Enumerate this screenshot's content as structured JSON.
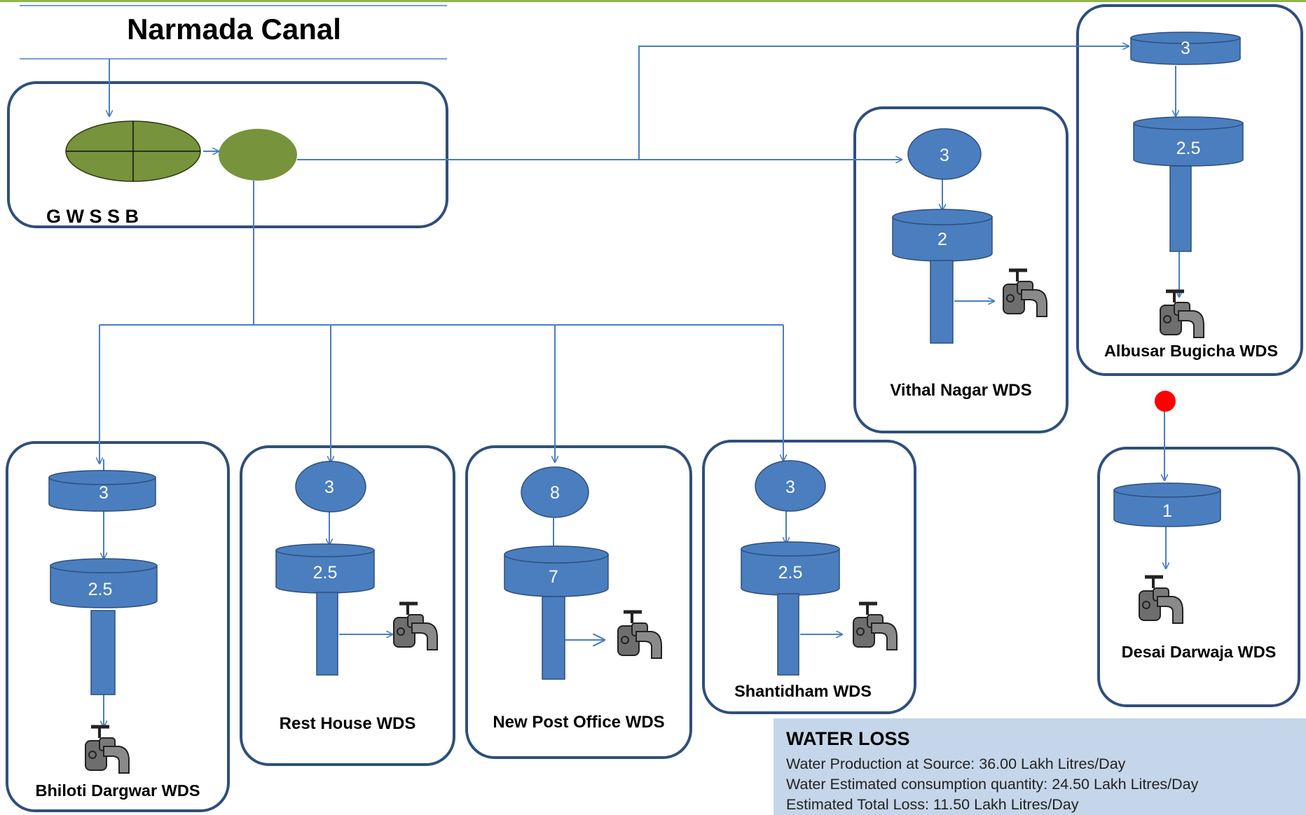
{
  "title": "Narmada Canal",
  "source_label": "G W S S B",
  "stations": {
    "bhiloti": {
      "name": "Bhiloti  Dargwar WDS",
      "upper": "3",
      "lower": "2.5"
    },
    "rest_house": {
      "name": "Rest House WDS",
      "source": "3",
      "tank": "2.5"
    },
    "post_office": {
      "name": "New Post Office WDS",
      "source": "8",
      "tank": "7"
    },
    "shantidham": {
      "name": "Shantidham WDS",
      "source": "3",
      "tank": "2.5"
    },
    "vithal": {
      "name": "Vithal Nagar WDS",
      "source": "3",
      "tank": "2"
    },
    "albusar": {
      "name": "Albusar Bugicha WDS",
      "upper": "3",
      "lower": "2.5"
    },
    "desai": {
      "name": "Desai Darwaja WDS",
      "tank": "1"
    }
  },
  "water_loss": {
    "heading": "WATER LOSS",
    "production": "Water Production at Source: 36.00 Lakh Litres/Day",
    "consumption": "Water Estimated consumption quantity: 24.50 Lakh Litres/Day",
    "total_loss": "Estimated Total Loss: 11.50 Lakh Litres/Day"
  },
  "colors": {
    "box_border": "#2f4f7a",
    "tank": "#4a7ebf",
    "arrow": "#4a7ebf",
    "source_green": "#77933c",
    "alert_red": "#ff0000"
  }
}
